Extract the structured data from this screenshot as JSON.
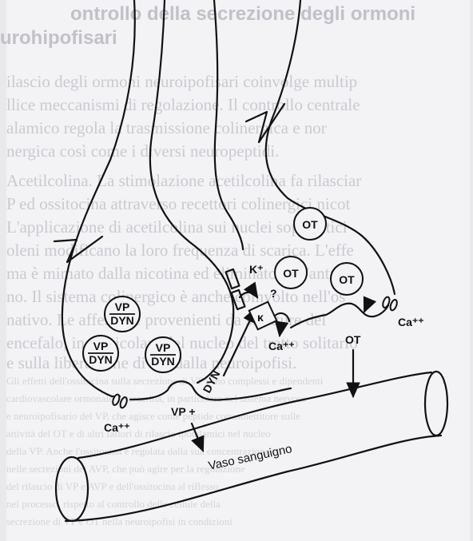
{
  "background_text": {
    "title_lines": [
      "ontrollo della secrezione degli ormoni",
      "urohipofisari"
    ],
    "lines": [
      "ilascio degli ormoni neuroipofisari coinvolge multip",
      "llice meccanismi di regolazione. Il controllo centrale",
      "alamico regola la trasmissione colinergica e nor",
      "nergica così come i diversi neuropeptidi.",
      "Acetilcolina. La stimolazione acetilcolina fa rilasciar",
      "P ed ossitocina attraverso recettori colinergici nicot",
      "L'applicazione di acetilcolina sui nuclei sopraottici",
      "oleni modificano la loro frequenza di scarica. L'effe",
      "ma è mimato dalla nicotina ed eliminato dall'antag",
      "no. Il sistema colinergico è anche coinvolto nell'os",
      "nativo. Le afferenze provenienti da strutture del",
      "encefalo, in particolare del nucleo del tratto solitario",
      "e sulla liberazione di VP dalla neuroipofisi."
    ],
    "small_lines": [
      "Gli effetti dell'ossitocina sulla secrezione di VP sono complessi e dipendenti",
      "cardiovascolare ormonale e paracrina, in particolare nel sistema nervoso",
      "e neuroipofisario del VP, che agisce come peptide cotrasmettitore sulle",
      "attività del OT e di altri fattori di rilascio ipotalamici nel nucleo",
      "della VP. Anche l'ossitocina è regolata dalla sua concentrazione",
      "nelle secrezioni dei AVP, che può agire per la regolazione",
      "del rilascio di VP e AVP e dell'ossitocina al riflesso",
      "nel processo, rispetto al controllo delle cellule della",
      "secrezione di VP e OT nella neuroipofisi in condizioni"
    ]
  },
  "diagram": {
    "vesicles": [
      {
        "top": "VP",
        "bottom": "DYN"
      },
      {
        "top": "VP",
        "bottom": "DYN"
      },
      {
        "top": "VP",
        "bottom": "DYN"
      },
      {
        "label": "OT"
      },
      {
        "label": "OT"
      },
      {
        "label": "OT"
      }
    ],
    "labels": {
      "k_ion": "K⁺",
      "ca_left": "Ca⁺⁺",
      "ca_center": "Ca⁺⁺",
      "ca_right": "Ca⁺⁺",
      "vp_plus": "VP +",
      "dyn": "DYN",
      "ot_release": "OT",
      "kappa": "κ",
      "question": "?",
      "vessel": "Vaso sanguigno"
    }
  }
}
